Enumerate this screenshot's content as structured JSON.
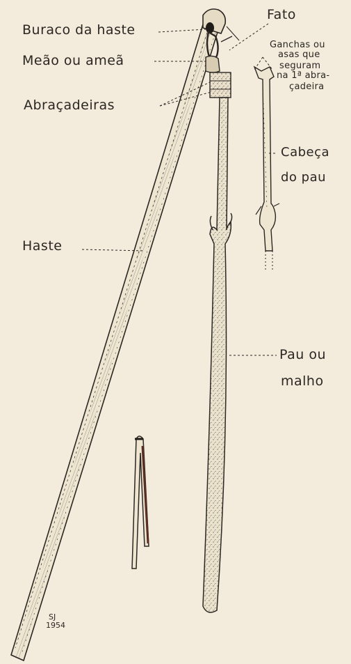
{
  "labels": {
    "buraco_da_haste": "Buraco da haste",
    "meao_ou_amea": "Meão ou ameã",
    "abracadeiras": "Abraçadeiras",
    "fato": "Fato",
    "ganchas_line1": "Ganchas ou",
    "ganchas_line2": "asas que",
    "ganchas_line3": "seguram",
    "ganchas_line4": "na 1ª abra-",
    "ganchas_line5": "çadeira",
    "cabeca_line1": "Cabeça",
    "cabeca_line2": "do pau",
    "haste": "Haste",
    "pau_line1": "Pau ou",
    "pau_line2": "malho"
  },
  "signature": {
    "initials": "SJ",
    "year": "1954"
  },
  "colors": {
    "paper": "#f3ecdc",
    "ink": "#2a2622"
  }
}
